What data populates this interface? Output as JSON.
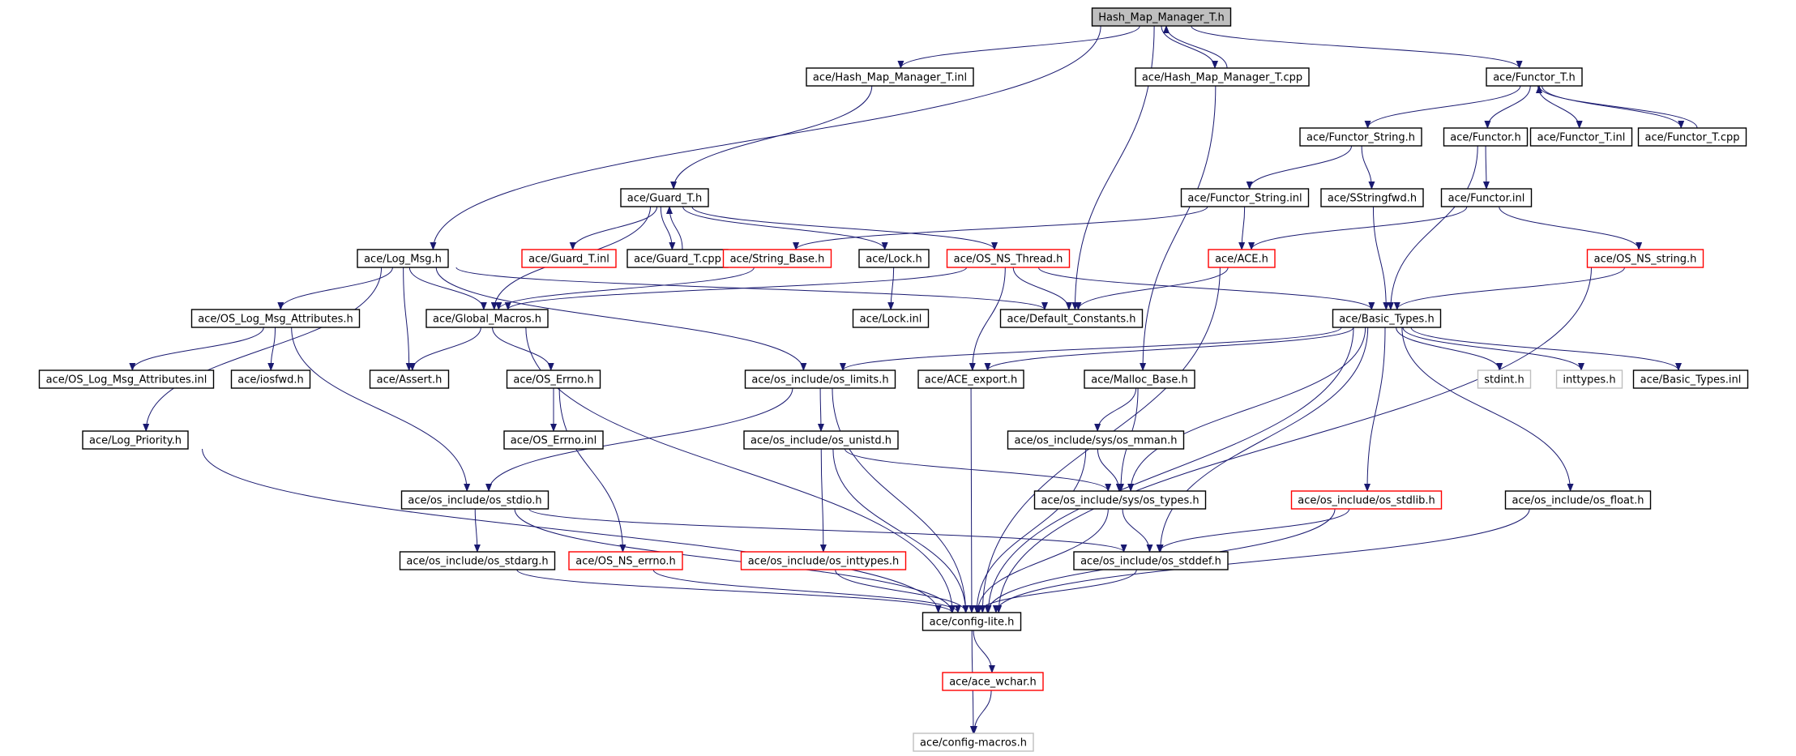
{
  "colors": {
    "edge": "#191970",
    "normal_border": "#000000",
    "missing_border": "#ff0000",
    "external_border": "#bfbfbf",
    "root_fill": "#bfbfbf",
    "node_fill": "#ffffff"
  },
  "nodes": [
    {
      "id": "root",
      "label": "Hash_Map_Manager_T.h",
      "kind": "root"
    },
    {
      "id": "hmm_inl",
      "label": "ace/Hash_Map_Manager_T.inl",
      "kind": "normal"
    },
    {
      "id": "hmm_cpp",
      "label": "ace/Hash_Map_Manager_T.cpp",
      "kind": "normal"
    },
    {
      "id": "functor_t_h",
      "label": "ace/Functor_T.h",
      "kind": "normal"
    },
    {
      "id": "functor_string_h",
      "label": "ace/Functor_String.h",
      "kind": "normal"
    },
    {
      "id": "functor_h",
      "label": "ace/Functor.h",
      "kind": "normal"
    },
    {
      "id": "functor_t_inl",
      "label": "ace/Functor_T.inl",
      "kind": "normal"
    },
    {
      "id": "functor_t_cpp",
      "label": "ace/Functor_T.cpp",
      "kind": "normal"
    },
    {
      "id": "guard_t_h",
      "label": "ace/Guard_T.h",
      "kind": "normal"
    },
    {
      "id": "functor_string_inl",
      "label": "ace/Functor_String.inl",
      "kind": "normal"
    },
    {
      "id": "sstringfwd",
      "label": "ace/SStringfwd.h",
      "kind": "normal"
    },
    {
      "id": "functor_inl",
      "label": "ace/Functor.inl",
      "kind": "normal"
    },
    {
      "id": "log_msg",
      "label": "ace/Log_Msg.h",
      "kind": "normal"
    },
    {
      "id": "guard_t_inl",
      "label": "ace/Guard_T.inl",
      "kind": "missing"
    },
    {
      "id": "guard_t_cpp",
      "label": "ace/Guard_T.cpp",
      "kind": "normal"
    },
    {
      "id": "string_base",
      "label": "ace/String_Base.h",
      "kind": "missing"
    },
    {
      "id": "lock_h",
      "label": "ace/Lock.h",
      "kind": "normal"
    },
    {
      "id": "os_ns_thread",
      "label": "ace/OS_NS_Thread.h",
      "kind": "missing"
    },
    {
      "id": "ace_h",
      "label": "ace/ACE.h",
      "kind": "missing"
    },
    {
      "id": "os_ns_string",
      "label": "ace/OS_NS_string.h",
      "kind": "missing"
    },
    {
      "id": "os_log_attr",
      "label": "ace/OS_Log_Msg_Attributes.h",
      "kind": "normal"
    },
    {
      "id": "global_macros",
      "label": "ace/Global_Macros.h",
      "kind": "normal"
    },
    {
      "id": "lock_inl",
      "label": "ace/Lock.inl",
      "kind": "normal"
    },
    {
      "id": "default_constants",
      "label": "ace/Default_Constants.h",
      "kind": "normal"
    },
    {
      "id": "basic_types",
      "label": "ace/Basic_Types.h",
      "kind": "normal"
    },
    {
      "id": "os_log_attr_inl",
      "label": "ace/OS_Log_Msg_Attributes.inl",
      "kind": "normal"
    },
    {
      "id": "iosfwd",
      "label": "ace/iosfwd.h",
      "kind": "normal"
    },
    {
      "id": "assert_h",
      "label": "ace/Assert.h",
      "kind": "normal"
    },
    {
      "id": "os_errno_h",
      "label": "ace/OS_Errno.h",
      "kind": "normal"
    },
    {
      "id": "os_limits",
      "label": "ace/os_include/os_limits.h",
      "kind": "normal"
    },
    {
      "id": "ace_export",
      "label": "ace/ACE_export.h",
      "kind": "normal"
    },
    {
      "id": "malloc_base",
      "label": "ace/Malloc_Base.h",
      "kind": "normal"
    },
    {
      "id": "stdint",
      "label": "stdint.h",
      "kind": "external"
    },
    {
      "id": "inttypes",
      "label": "inttypes.h",
      "kind": "external"
    },
    {
      "id": "basic_types_inl",
      "label": "ace/Basic_Types.inl",
      "kind": "normal"
    },
    {
      "id": "log_priority",
      "label": "ace/Log_Priority.h",
      "kind": "normal"
    },
    {
      "id": "os_errno_inl",
      "label": "ace/OS_Errno.inl",
      "kind": "normal"
    },
    {
      "id": "os_unistd",
      "label": "ace/os_include/os_unistd.h",
      "kind": "normal"
    },
    {
      "id": "os_mman",
      "label": "ace/os_include/sys/os_mman.h",
      "kind": "normal"
    },
    {
      "id": "os_stdio",
      "label": "ace/os_include/os_stdio.h",
      "kind": "normal"
    },
    {
      "id": "os_types",
      "label": "ace/os_include/sys/os_types.h",
      "kind": "normal"
    },
    {
      "id": "os_stdlib",
      "label": "ace/os_include/os_stdlib.h",
      "kind": "missing"
    },
    {
      "id": "os_float",
      "label": "ace/os_include/os_float.h",
      "kind": "normal"
    },
    {
      "id": "os_stdarg",
      "label": "ace/os_include/os_stdarg.h",
      "kind": "normal"
    },
    {
      "id": "os_ns_errno",
      "label": "ace/OS_NS_errno.h",
      "kind": "missing"
    },
    {
      "id": "os_inttypes",
      "label": "ace/os_include/os_inttypes.h",
      "kind": "missing"
    },
    {
      "id": "os_stddef",
      "label": "ace/os_include/os_stddef.h",
      "kind": "normal"
    },
    {
      "id": "config_lite",
      "label": "ace/config-lite.h",
      "kind": "normal"
    },
    {
      "id": "ace_wchar",
      "label": "ace/ace_wchar.h",
      "kind": "missing"
    },
    {
      "id": "config_macros",
      "label": "ace/config-macros.h",
      "kind": "external"
    }
  ],
  "edges": [
    [
      "root",
      "hmm_inl"
    ],
    [
      "root",
      "hmm_cpp"
    ],
    [
      "root",
      "functor_t_h"
    ],
    [
      "root",
      "log_msg"
    ],
    [
      "root",
      "default_constants"
    ],
    [
      "hmm_cpp",
      "root"
    ],
    [
      "hmm_cpp",
      "malloc_base"
    ],
    [
      "hmm_inl",
      "guard_t_h"
    ],
    [
      "functor_t_h",
      "functor_string_h"
    ],
    [
      "functor_t_h",
      "functor_h"
    ],
    [
      "functor_t_h",
      "functor_t_inl"
    ],
    [
      "functor_t_h",
      "functor_t_cpp"
    ],
    [
      "functor_t_cpp",
      "functor_t_h"
    ],
    [
      "functor_string_h",
      "functor_string_inl"
    ],
    [
      "functor_string_h",
      "sstringfwd"
    ],
    [
      "functor_h",
      "functor_inl"
    ],
    [
      "functor_h",
      "basic_types"
    ],
    [
      "functor_string_inl",
      "string_base"
    ],
    [
      "functor_string_inl",
      "ace_h"
    ],
    [
      "sstringfwd",
      "basic_types"
    ],
    [
      "functor_inl",
      "ace_h"
    ],
    [
      "functor_inl",
      "os_ns_string"
    ],
    [
      "guard_t_h",
      "guard_t_inl"
    ],
    [
      "guard_t_h",
      "guard_t_cpp"
    ],
    [
      "guard_t_h",
      "lock_h"
    ],
    [
      "guard_t_h",
      "os_ns_thread"
    ],
    [
      "guard_t_h",
      "global_macros"
    ],
    [
      "guard_t_cpp",
      "guard_t_h"
    ],
    [
      "string_base",
      "global_macros"
    ],
    [
      "lock_h",
      "lock_inl"
    ],
    [
      "os_ns_thread",
      "global_macros"
    ],
    [
      "os_ns_thread",
      "default_constants"
    ],
    [
      "os_ns_thread",
      "ace_export"
    ],
    [
      "os_ns_thread",
      "basic_types"
    ],
    [
      "ace_h",
      "default_constants"
    ],
    [
      "ace_h",
      "config_lite"
    ],
    [
      "os_ns_string",
      "basic_types"
    ],
    [
      "os_ns_string",
      "config_lite"
    ],
    [
      "log_msg",
      "os_log_attr"
    ],
    [
      "log_msg",
      "global_macros"
    ],
    [
      "log_msg",
      "assert_h"
    ],
    [
      "log_msg",
      "default_constants"
    ],
    [
      "log_msg",
      "os_limits"
    ],
    [
      "log_msg",
      "log_priority"
    ],
    [
      "os_log_attr",
      "os_log_attr_inl"
    ],
    [
      "os_log_attr",
      "iosfwd"
    ],
    [
      "os_log_attr",
      "os_stdio"
    ],
    [
      "global_macros",
      "assert_h"
    ],
    [
      "global_macros",
      "os_errno_h"
    ],
    [
      "global_macros",
      "config_lite"
    ],
    [
      "os_errno_h",
      "os_errno_inl"
    ],
    [
      "os_errno_h",
      "os_ns_errno"
    ],
    [
      "basic_types",
      "os_limits"
    ],
    [
      "basic_types",
      "ace_export"
    ],
    [
      "basic_types",
      "os_types"
    ],
    [
      "basic_types",
      "os_stddef"
    ],
    [
      "basic_types",
      "os_stdlib"
    ],
    [
      "basic_types",
      "os_float"
    ],
    [
      "basic_types",
      "stdint"
    ],
    [
      "basic_types",
      "inttypes"
    ],
    [
      "basic_types",
      "basic_types_inl"
    ],
    [
      "basic_types",
      "config_lite"
    ],
    [
      "os_limits",
      "os_unistd"
    ],
    [
      "os_limits",
      "os_stdio"
    ],
    [
      "os_limits",
      "config_lite"
    ],
    [
      "ace_export",
      "config_lite"
    ],
    [
      "malloc_base",
      "os_mman"
    ],
    [
      "malloc_base",
      "os_types"
    ],
    [
      "log_priority",
      "config_lite"
    ],
    [
      "os_unistd",
      "os_inttypes"
    ],
    [
      "os_unistd",
      "os_types"
    ],
    [
      "os_unistd",
      "config_lite"
    ],
    [
      "os_mman",
      "os_types"
    ],
    [
      "os_mman",
      "config_lite"
    ],
    [
      "os_stdio",
      "os_stdarg"
    ],
    [
      "os_stdio",
      "os_stddef"
    ],
    [
      "os_stdio",
      "config_lite"
    ],
    [
      "os_types",
      "os_stddef"
    ],
    [
      "os_types",
      "config_lite"
    ],
    [
      "os_stdlib",
      "os_stddef"
    ],
    [
      "os_stdlib",
      "config_lite"
    ],
    [
      "os_float",
      "config_lite"
    ],
    [
      "os_stdarg",
      "config_lite"
    ],
    [
      "os_ns_errno",
      "config_lite"
    ],
    [
      "os_inttypes",
      "config_lite"
    ],
    [
      "os_stddef",
      "config_lite"
    ],
    [
      "config_lite",
      "ace_wchar"
    ],
    [
      "config_lite",
      "config_macros"
    ],
    [
      "ace_wchar",
      "config_macros"
    ]
  ]
}
